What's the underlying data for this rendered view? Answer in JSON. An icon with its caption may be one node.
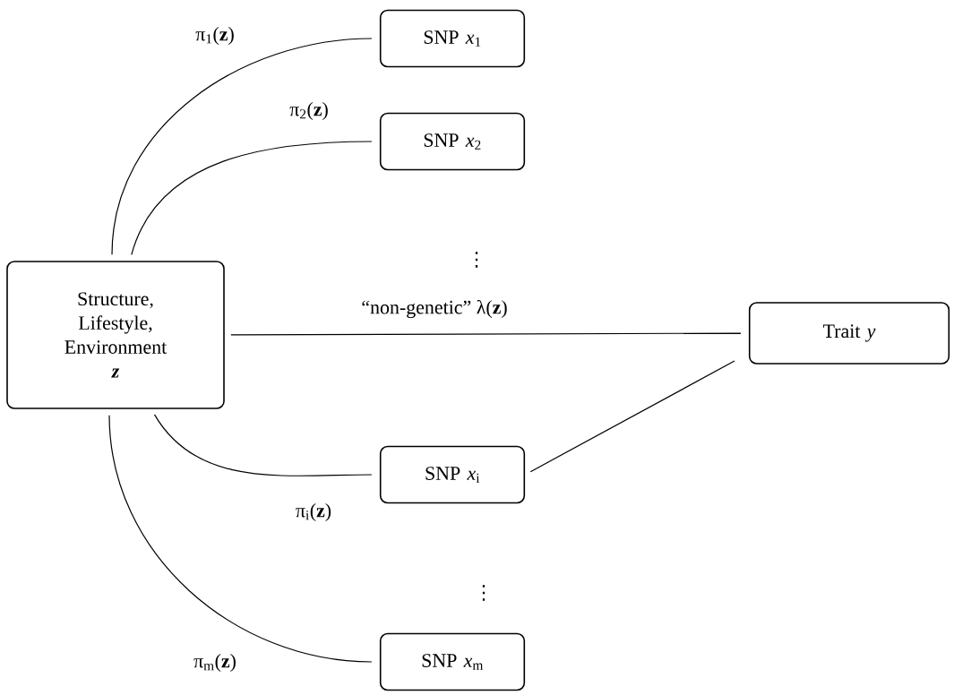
{
  "diagram": {
    "nodes": [
      {
        "text": [
          "Structure, Lifestyle, Environment",
          "z"
        ]
      },
      {
        "text": [
          "SNP *x*$_{1}$"
        ]
      },
      {
        "text": [
          "SNP *x*$_{2}$"
        ]
      },
      {
        "text": [
          "Trait *y*"
        ]
      },
      {
        "text": [
          "SNP *x*$_{i}$"
        ]
      },
      {
        "text": [
          "SNP *x*$_{m}$"
        ]
      }
    ],
    "edges": [
      {
        "from": 0,
        "to": 1,
        "arrow": "none",
        "label": "π$_{1}$(**z**)"
      },
      {
        "from": 0,
        "to": 2,
        "arrow": "none",
        "label": "π$_{2}$(**z**)"
      },
      {
        "from": 0,
        "to": 3,
        "arrow": "none",
        "label": "“non-genetic” λ(**z**)"
      },
      {
        "from": 0,
        "to": 4,
        "arrow": "none",
        "label": "π$_{i}$(**z**)"
      },
      {
        "from": 0,
        "to": 5,
        "arrow": "none",
        "label": "π$_{m}$(**z**)"
      },
      {
        "from": 4,
        "to": 3,
        "arrow": "none"
      }
    ],
    "labels": [
      "⋮",
      "⋮"
    ]
  }
}
